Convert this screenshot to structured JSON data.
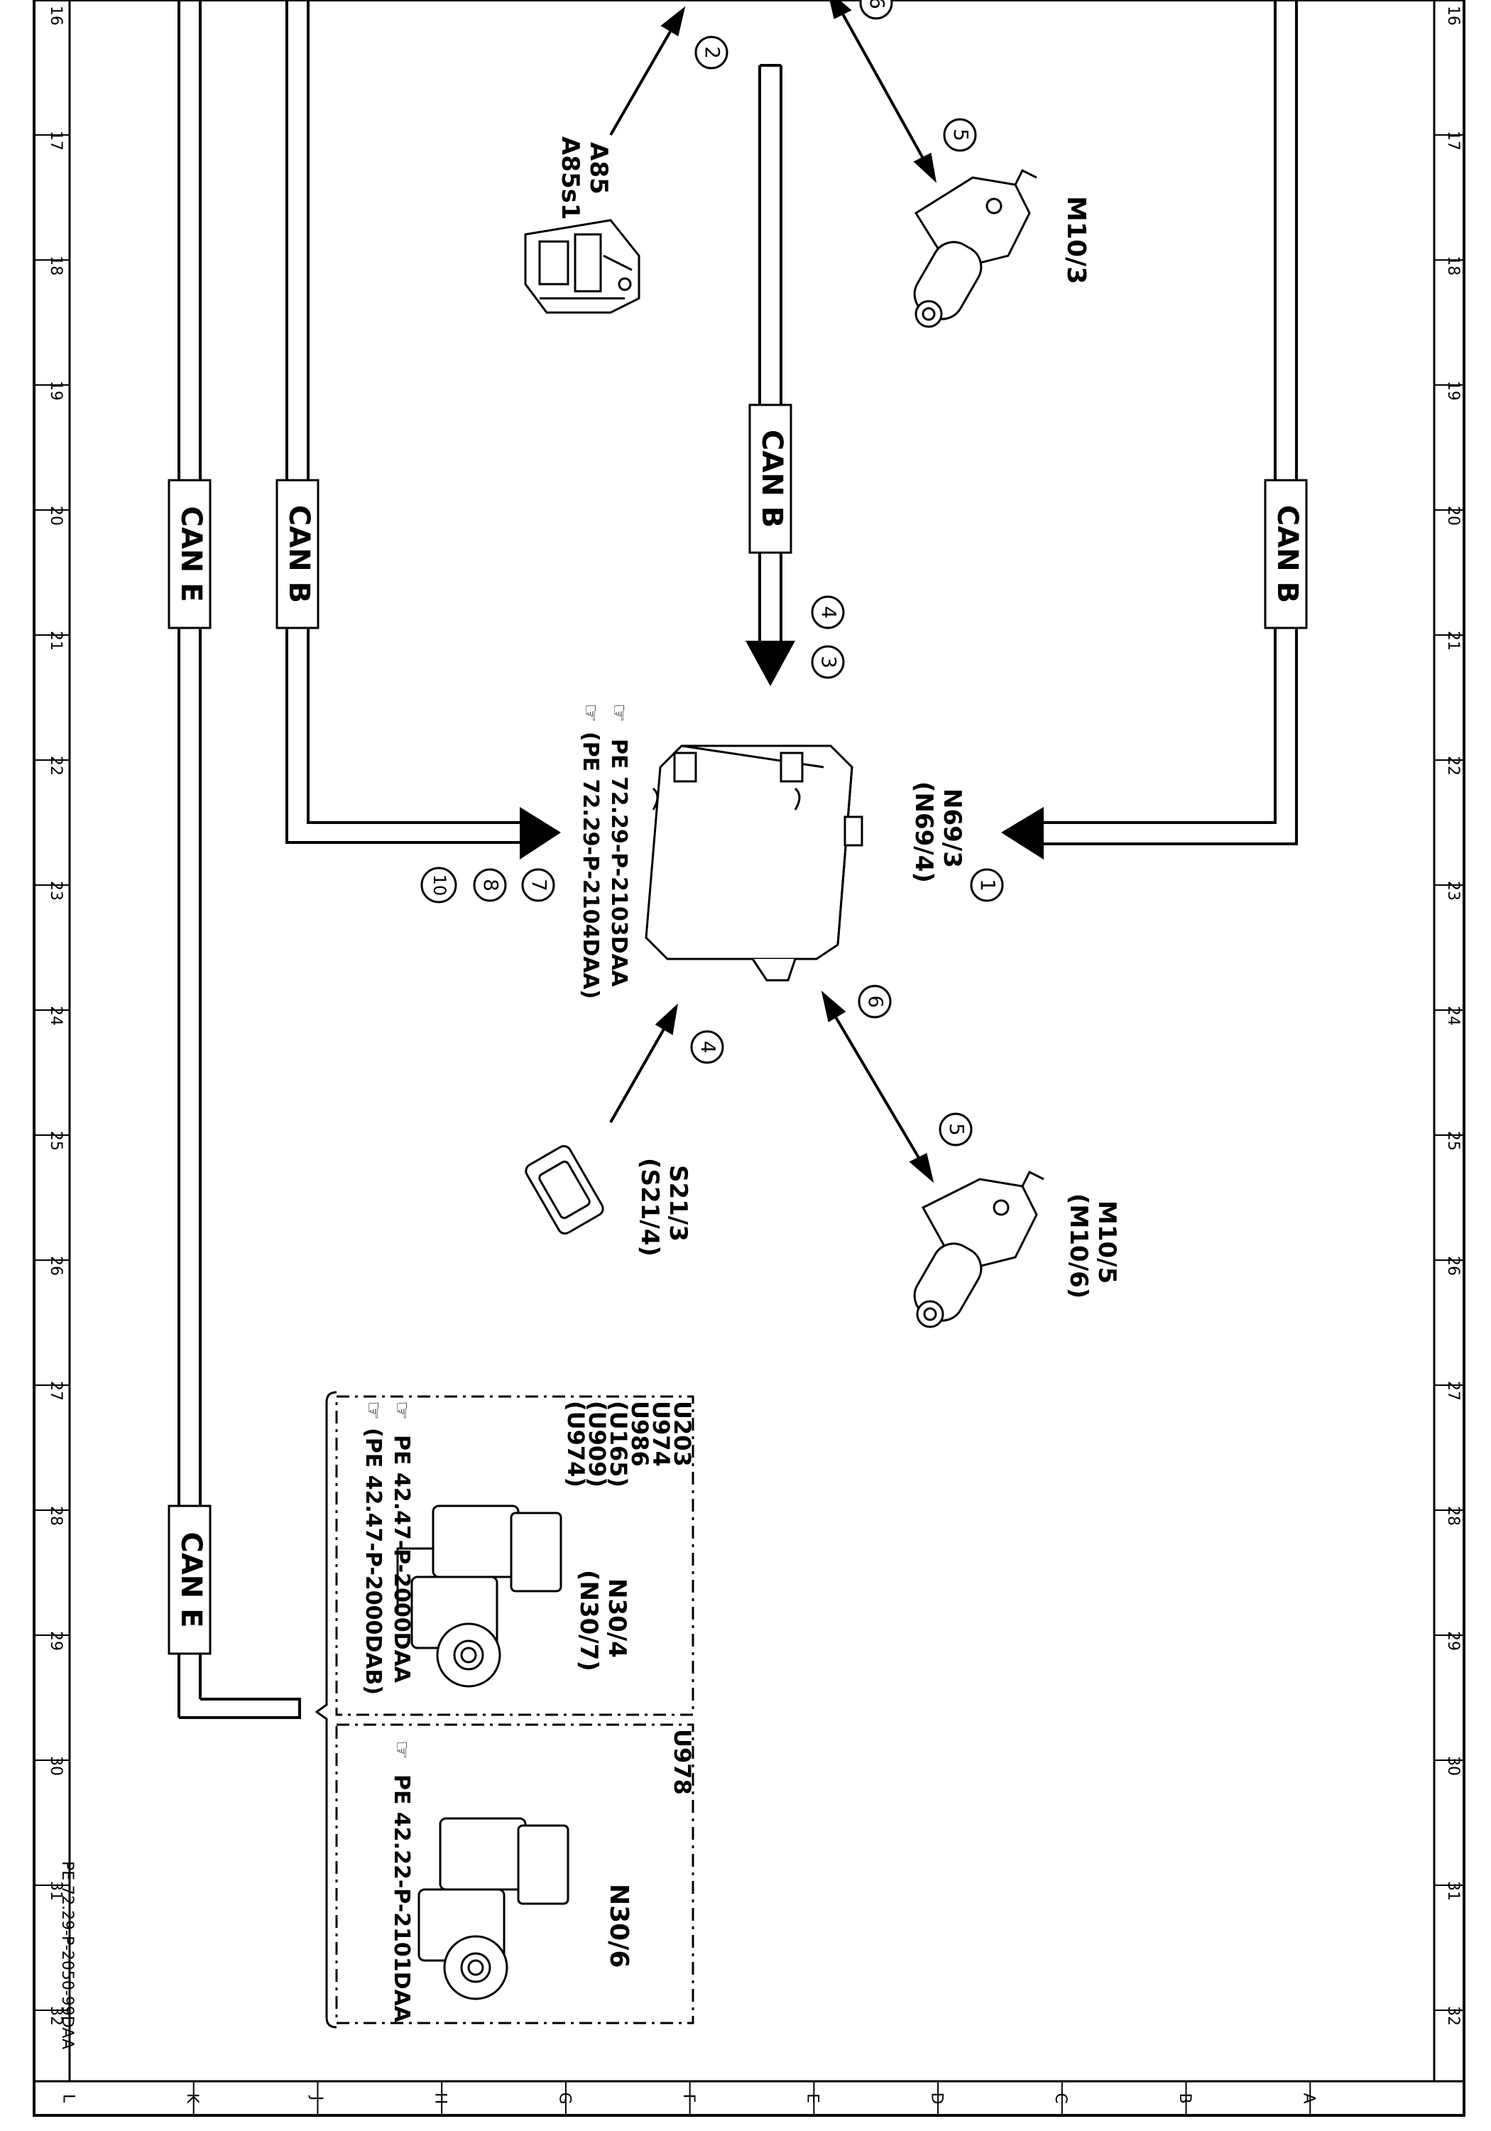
{
  "document_id": "PE 72.29-P-2050-99DAA",
  "grid": {
    "row_numbers": [
      "16",
      "17",
      "18",
      "19",
      "20",
      "21",
      "22",
      "23",
      "24",
      "25",
      "26",
      "27",
      "28",
      "29",
      "30",
      "31",
      "32"
    ],
    "column_letters": [
      "L",
      "K",
      "J",
      "H",
      "G",
      "F",
      "E",
      "D",
      "C",
      "B",
      "A"
    ]
  },
  "bus_labels": {
    "can_e_upper": "CAN E",
    "can_b_left": "CAN B",
    "can_b_center": "CAN B",
    "can_b_right": "CAN B",
    "can_e_lower": "CAN E"
  },
  "components": {
    "a85": {
      "line1": "A85",
      "line2": "A85s1"
    },
    "m10_3": {
      "line1": "M10/3"
    },
    "n69_3": {
      "line1": "N69/3",
      "line2": "(N69/4)"
    },
    "n69_refs": {
      "line1": "PE 72.29-P-2103DAA",
      "line2": "(PE 72.29-P-2104DAA)"
    },
    "s21_3": {
      "line1": "S21/3",
      "line2": "(S21/4)"
    },
    "m10_5": {
      "line1": "M10/5",
      "line2": "(M10/6)"
    },
    "n30_4": {
      "line1": "N30/4",
      "line2": "(N30/7)"
    },
    "n30_4_codes": [
      "U203",
      "U974",
      "U986",
      "(U165)",
      "(U909)",
      "(U974)"
    ],
    "n30_4_refs": {
      "line1": "PE 42.47-P-2000DAA",
      "line2": "(PE 42.47-P-2000DAB)"
    },
    "n30_6": {
      "line1": "N30/6"
    },
    "n30_6_code": "U978",
    "n30_6_refs": {
      "line1": "PE 42.22-P-2101DAA"
    }
  },
  "callouts": {
    "c2": "2",
    "c5_top": "5",
    "c6_top": "6",
    "c4_center": "4",
    "c3_center": "3",
    "c1": "1",
    "c7": "7",
    "c8": "8",
    "c10": "10",
    "c4_low": "4",
    "c6_low": "6",
    "c5_low": "5"
  }
}
